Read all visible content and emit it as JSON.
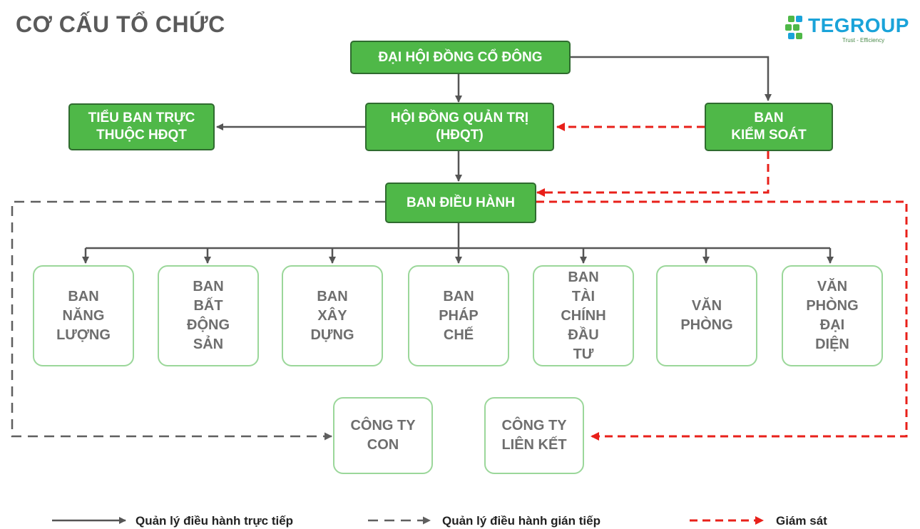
{
  "header": {
    "title": "CƠ CẤU TỔ CHỨC",
    "logo_text": "TEGROUP",
    "logo_tagline": "Trust - Efficiency"
  },
  "colors": {
    "box_fill": "#4fb848",
    "box_border": "#2f6b2f",
    "outline_border": "#9bd79a",
    "direct_line": "#555555",
    "indirect_line": "#5f5f5f",
    "supervision_line": "#e8201a",
    "logo_blue": "#1aa3d9",
    "logo_green": "#4fb848"
  },
  "nodes": {
    "general_meeting": "ĐẠI HỘI ĐỒNG CỔ ĐÔNG",
    "board": "HỘI ĐỒNG QUẢN TRỊ\n(HĐQT)",
    "board_subcommittee": "TIỂU BAN TRỰC\nTHUỘC HĐQT",
    "supervisory_board": "BAN\nKIỂM SOÁT",
    "executive_board": "BAN ĐIỀU HÀNH",
    "departments": [
      "BAN\nNĂNG\nLƯỢNG",
      "BAN\nBẤT\nĐỘNG\nSẢN",
      "BAN\nXÂY\nDỰNG",
      "BAN\nPHÁP\nCHẾ",
      "BAN\nTÀI\nCHÍNH\nĐẦU\nTƯ",
      "VĂN\nPHÒNG",
      "VĂN\nPHÒNG\nĐẠI\nDIỆN"
    ],
    "subsidiary": "CÔNG TY\nCON",
    "affiliate": "CÔNG TY\nLIÊN KẾT"
  },
  "legend": {
    "direct": "Quản lý điều hành trực tiếp",
    "indirect": "Quản lý điều hành gián tiếp",
    "supervision": "Giám sát"
  }
}
